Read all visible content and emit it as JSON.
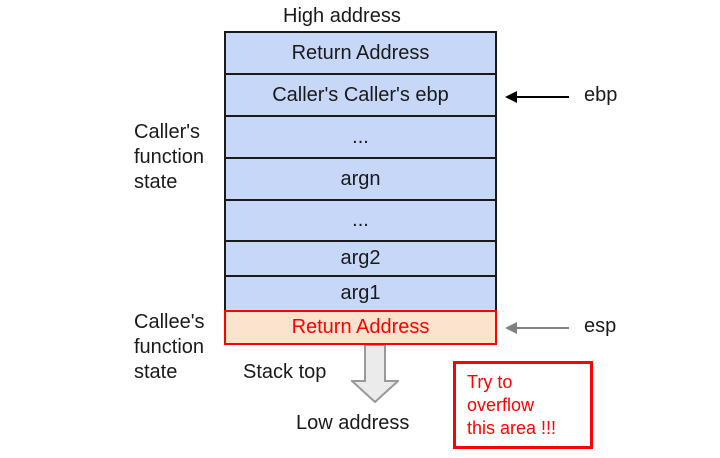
{
  "diagram": {
    "title_top": "High address",
    "title_bottom": "Low address",
    "stack_top_label": "Stack top",
    "colors": {
      "block_fill": "#c6d7f7",
      "block_border": "#1a1a1a",
      "danger_fill": "#fce3cd",
      "danger_border": "#ff0000",
      "danger_text": "#ff0000",
      "arrow_ebp": "#000000",
      "arrow_esp": "#808080",
      "down_arrow_fill": "#ebebeb",
      "down_arrow_border": "#999999",
      "text": "#1a1a1a"
    },
    "side_labels": {
      "caller": "Caller's\nfunction\nstate",
      "callee": "Callee's\nfunction\nstate"
    },
    "stack_rows": [
      {
        "label": "Return Address",
        "kind": "normal"
      },
      {
        "label": "Caller's Caller's ebp",
        "kind": "normal"
      },
      {
        "label": "...",
        "kind": "normal"
      },
      {
        "label": "argn",
        "kind": "normal"
      },
      {
        "label": "...",
        "kind": "normal"
      },
      {
        "label": "arg2",
        "kind": "normal"
      },
      {
        "label": "arg1",
        "kind": "normal"
      },
      {
        "label": "Return Address",
        "kind": "danger"
      }
    ],
    "pointers": [
      {
        "name": "ebp",
        "label": "ebp",
        "target_row": 1
      },
      {
        "name": "esp",
        "label": "esp",
        "target_row": 7
      }
    ],
    "callout": {
      "text": "Try to\noverflow\nthis area !!!"
    }
  }
}
